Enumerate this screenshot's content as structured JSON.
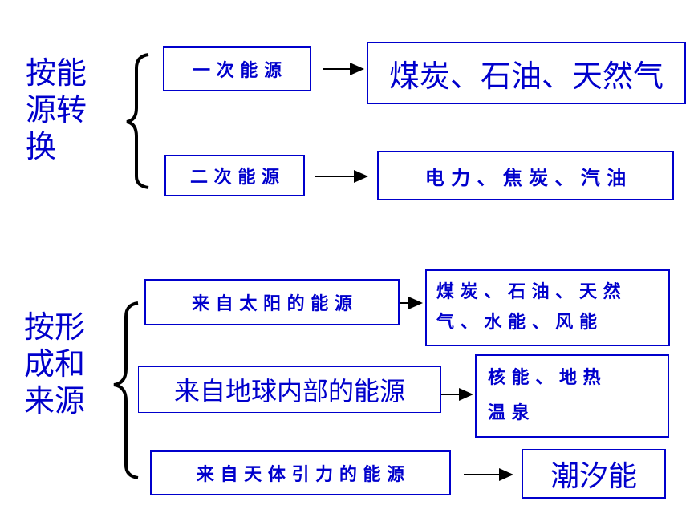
{
  "section1": {
    "category": "按能源转换",
    "items": [
      {
        "type": "一 次 能 源",
        "examples": "煤炭、石油、天然气"
      },
      {
        "type": "二 次 能 源",
        "examples": "电 力 、 焦 炭 、 汽 油"
      }
    ]
  },
  "section2": {
    "category": "按形成和来源",
    "items": [
      {
        "type": "来 自 太 阳 的 能 源",
        "examples": "煤 炭 、 石 油 、 天 然\n气 、 水 能 、 风 能"
      },
      {
        "type": "来自地球内部的能源",
        "examples": "核 能 、 地 热\n温 泉"
      },
      {
        "type": "来 自 天 体 引 力 的 能 源",
        "examples": "潮汐能"
      }
    ]
  },
  "colors": {
    "primary": "#0000cc",
    "background": "#ffffff"
  }
}
